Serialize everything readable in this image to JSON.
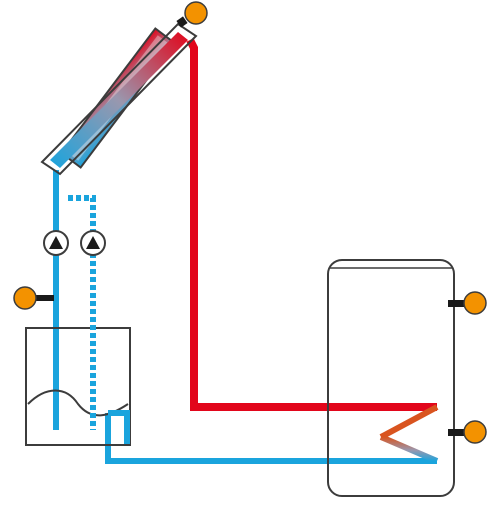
{
  "diagram": {
    "kind": "solar-thermal-system-schematic",
    "components": {
      "collector": {
        "label": ""
      },
      "storage_tank": {
        "label": ""
      },
      "drainback_vessel": {
        "label": ""
      },
      "pumps": {
        "count": 2
      },
      "temperature_sensors": {
        "count": 4
      }
    },
    "colors": {
      "hot": "#e2061b",
      "cold": "#1aa4dd",
      "sensor": "#f39200",
      "sensor_stem": "#1a1a1a",
      "outline": "#3c3c3c",
      "fill": "#ffffff"
    }
  }
}
